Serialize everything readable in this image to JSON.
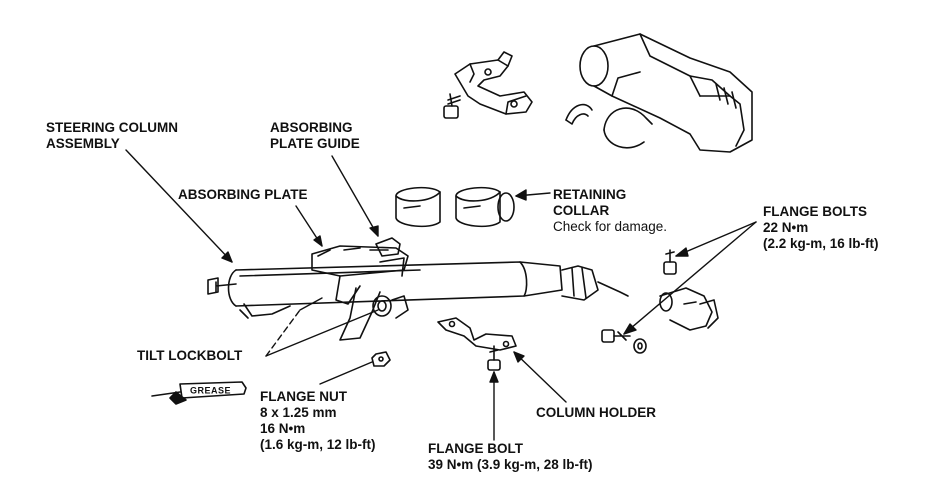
{
  "labels": {
    "steering_column": [
      "STEERING COLUMN",
      "ASSEMBLY"
    ],
    "absorbing_plate_guide": [
      "ABSORBING",
      "PLATE GUIDE"
    ],
    "absorbing_plate": "ABSORBING PLATE",
    "retaining_collar": [
      "RETAINING",
      "COLLAR"
    ],
    "retaining_collar_note": "Check for damage.",
    "flange_bolts": [
      "FLANGE BOLTS",
      "22 N•m"
    ],
    "flange_bolts_spec": "(2.2 kg-m, 16 lb-ft)",
    "tilt_lockbolt": "TILT LOCKBOLT",
    "flange_nut": [
      "FLANGE NUT",
      "8 x 1.25 mm",
      "16 N•m"
    ],
    "flange_nut_spec": "(1.6 kg-m, 12 lb-ft)",
    "column_holder": "COLUMN HOLDER",
    "flange_bolt": "FLANGE BOLT",
    "flange_bolt_spec": "39 N•m (3.9 kg-m, 28 lb-ft)",
    "grease": "GREASE"
  },
  "colors": {
    "line": "#111111",
    "background": "#ffffff"
  }
}
